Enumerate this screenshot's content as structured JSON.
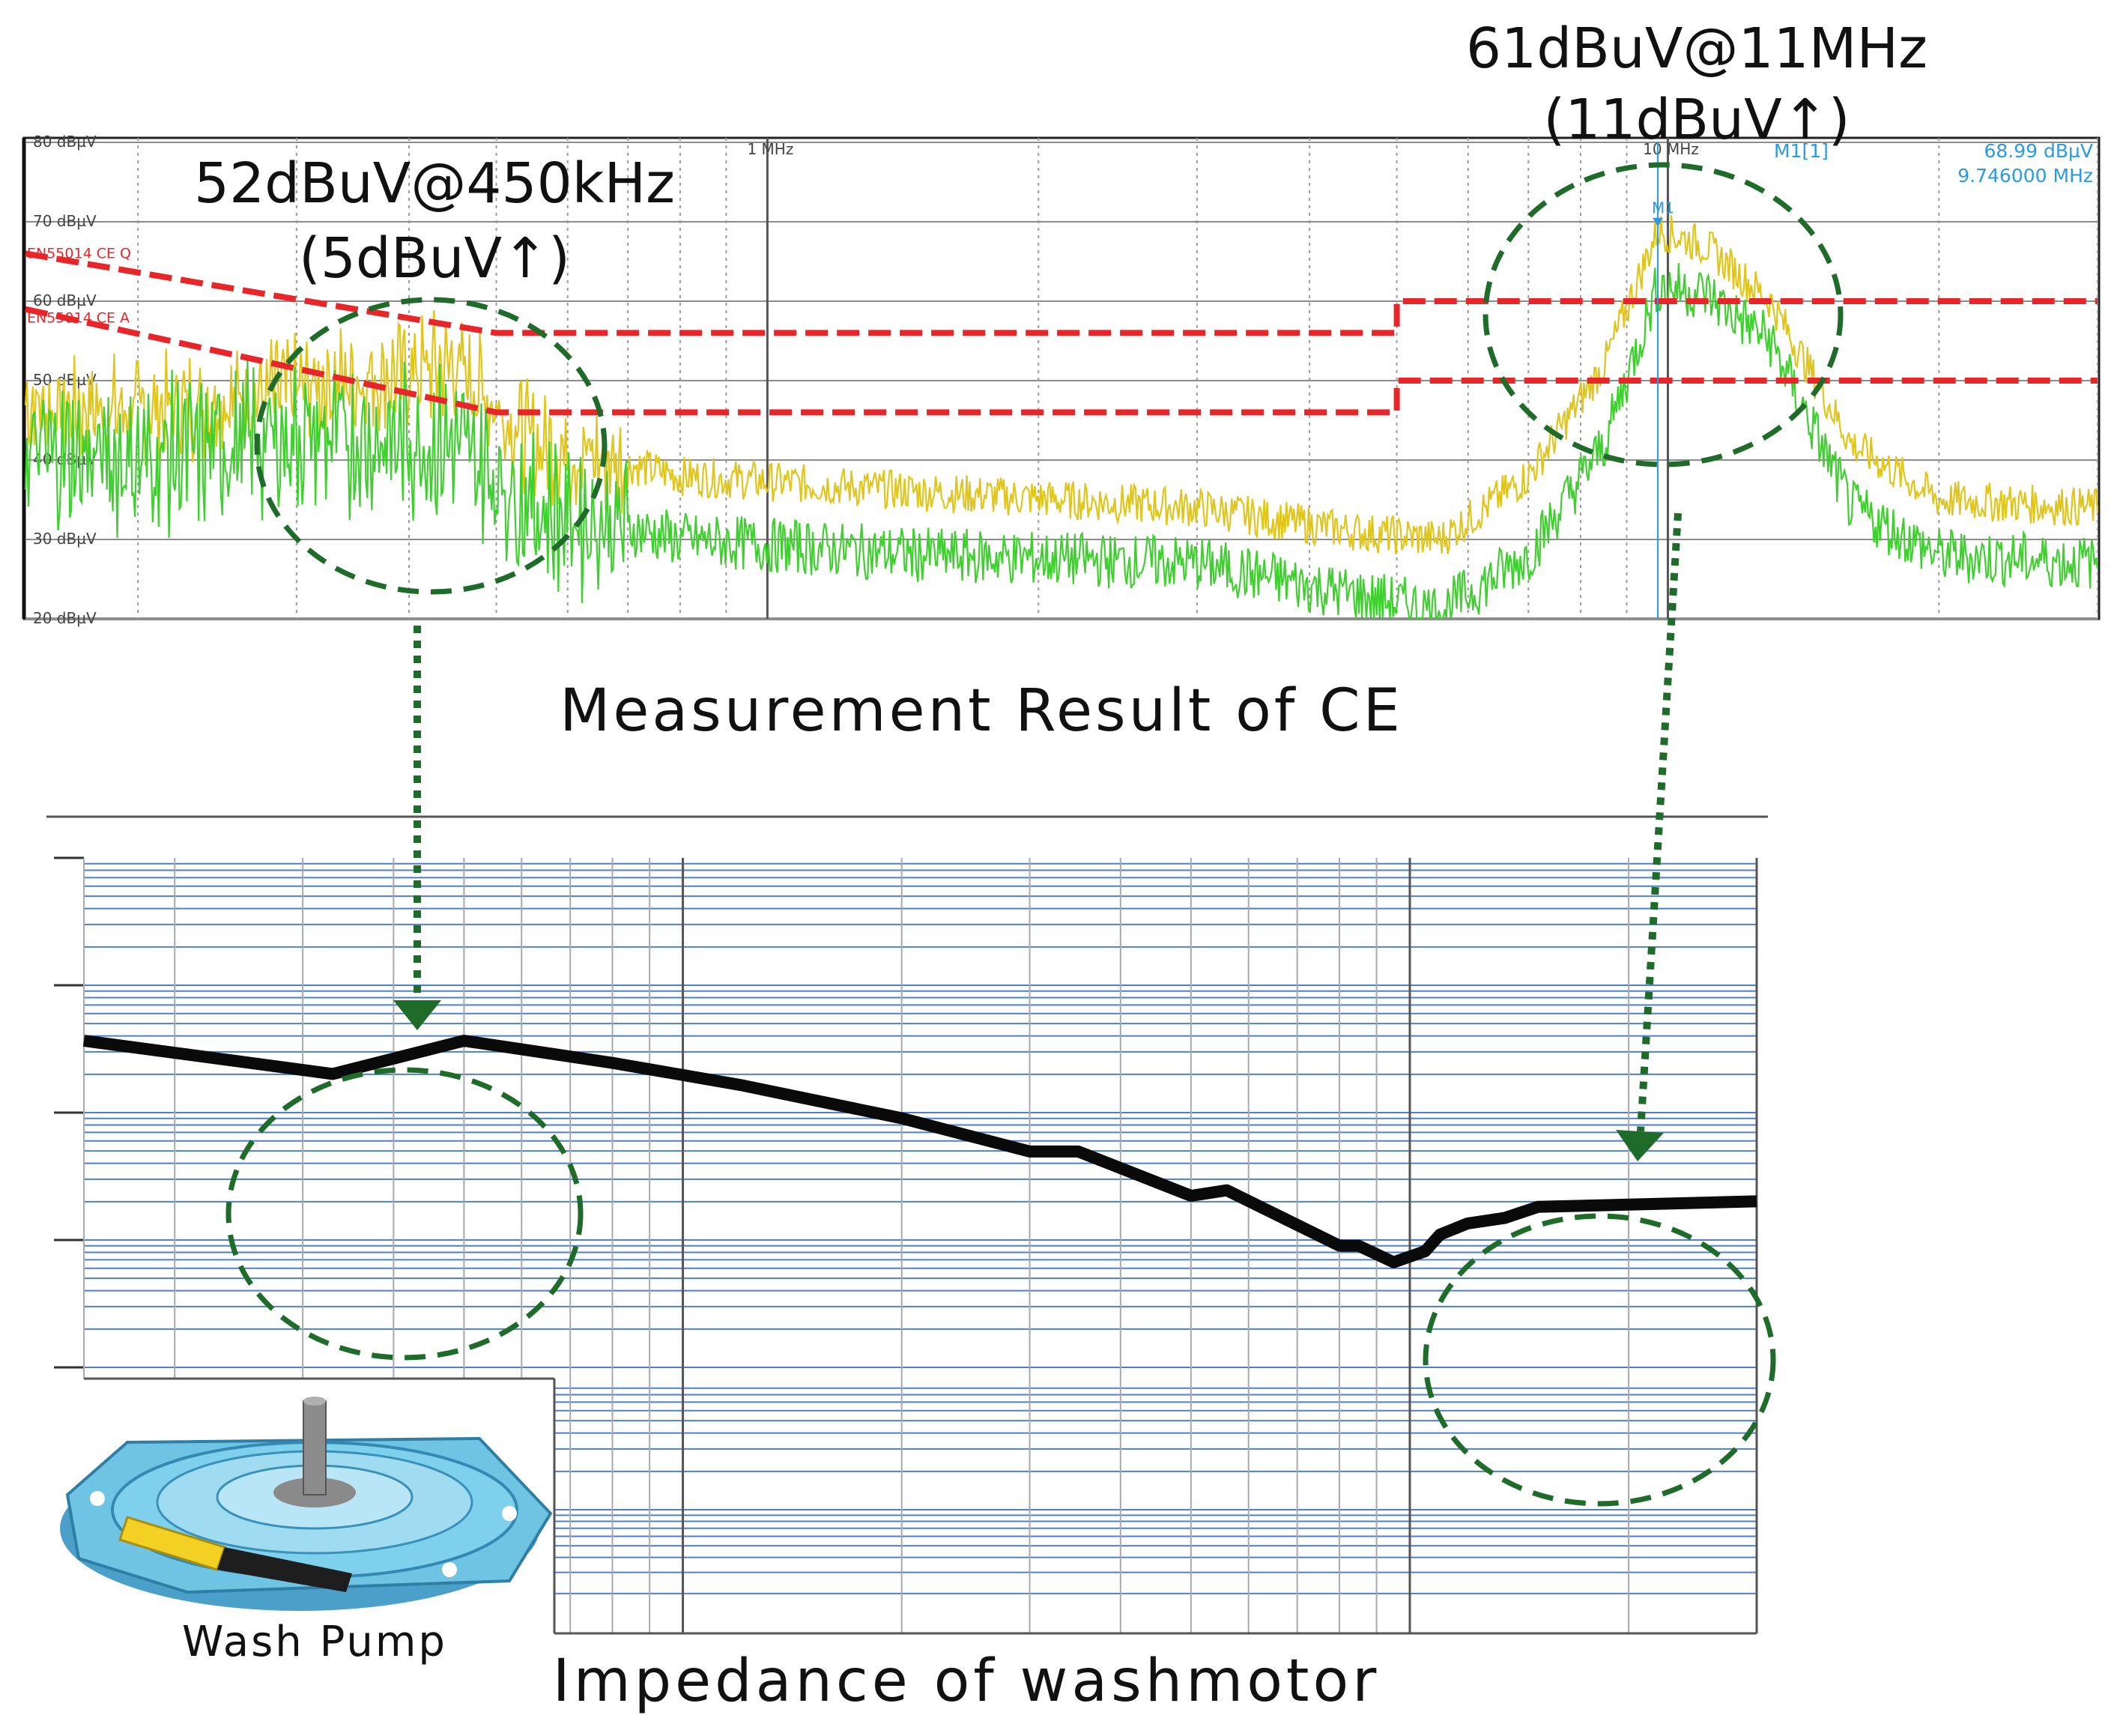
{
  "chart_data": [
    {
      "type": "line",
      "title": "Measurement Result of CE",
      "xlabel": "",
      "ylabel": "",
      "x_scale": "log",
      "xlim_hz": [
        150000,
        30000000
      ],
      "ylim": [
        20,
        80
      ],
      "y_ticks": [
        "80 dBµV",
        "70 dBµV",
        "60 dBµV",
        "50 dBµV",
        "40 dBµV",
        "30 dBµV",
        "20 dBµV"
      ],
      "y_tick_values": [
        80,
        70,
        60,
        50,
        40,
        30,
        20
      ],
      "x_tick_labels": [
        "1 MHz",
        "10 MHz"
      ],
      "x_tick_values": [
        1000000,
        10000000
      ],
      "grid": true,
      "limit_lines": [
        {
          "name": "EN55014 CE Q",
          "color": "#e8262a",
          "points": [
            [
              150000,
              66
            ],
            [
              500000,
              56
            ],
            [
              5000000,
              56
            ],
            [
              5000000,
              60
            ],
            [
              30000000,
              60
            ]
          ]
        },
        {
          "name": "EN55014 CE A",
          "color": "#e8262a",
          "points": [
            [
              150000,
              59
            ],
            [
              500000,
              46
            ],
            [
              5000000,
              46
            ],
            [
              5000000,
              50
            ],
            [
              30000000,
              50
            ]
          ]
        }
      ],
      "series": [
        {
          "name": "",
          "color": "#e0c51c",
          "x": [
            150000,
            200000,
            300000,
            450000,
            550000,
            800000,
            1500000,
            3000000,
            4500000,
            5600000,
            7000000,
            8500000,
            9746000,
            11000000,
            13000000,
            16000000,
            20000000,
            30000000
          ],
          "values": [
            47,
            46,
            49,
            52,
            42,
            38,
            36,
            34,
            31,
            30,
            38,
            52,
            68.99,
            67,
            60,
            42,
            35,
            34
          ],
          "noise": 2.5
        },
        {
          "name": "",
          "color": "#3fcf2f",
          "x": [
            150000,
            200000,
            300000,
            450000,
            550000,
            800000,
            1500000,
            3000000,
            4500000,
            5600000,
            7000000,
            8500000,
            9746000,
            11000000,
            13000000,
            16000000,
            20000000,
            30000000
          ],
          "values": [
            41,
            40,
            43,
            42,
            34,
            30,
            28,
            27,
            23,
            21,
            28,
            42,
            62,
            61,
            55,
            34,
            28,
            27
          ],
          "noise": 3.5
        }
      ],
      "marker": {
        "label": "M1",
        "readout_label": "M1[1]",
        "readout_value": "68.99 dBµV",
        "readout_freq": "9.746000 MHz",
        "x": 9746000,
        "y": 68.99,
        "color": "#2a9ae6"
      },
      "annotations": [
        {
          "line1": "52dBuV@450kHz",
          "line2": "(5dBuV↑)",
          "x": 450000,
          "y": 52
        },
        {
          "line1": "61dBuV@11MHz",
          "line2": "(11dBuV↑)",
          "x": 11000000,
          "y": 61
        }
      ]
    },
    {
      "type": "line",
      "title": "Impedance of washmotor",
      "x_scale": "log",
      "xlim_hz": [
        150000,
        30000000
      ],
      "grid": true,
      "series": [
        {
          "name": "",
          "color": "#0a0a0a",
          "x": [
            150000,
            330000,
            500000,
            800000,
            1200000,
            2000000,
            3000000,
            3500000,
            5000000,
            5600000,
            8000000,
            8500000,
            9500000,
            10500000,
            11000000,
            12000000,
            13500000,
            15000000,
            30000000
          ],
          "values": [
            0.45,
            0.15,
            0.45,
            0.25,
            0.05,
            -0.25,
            -0.55,
            -0.55,
            -0.95,
            -0.9,
            -1.4,
            -1.4,
            -1.55,
            -1.45,
            -1.3,
            -1.2,
            -1.15,
            -1.05,
            -1.0
          ]
        }
      ],
      "ylim": [
        -2.6,
        2.1
      ]
    }
  ],
  "product": {
    "caption": "Wash Pump",
    "icon": "wash-pump-motor-icon"
  },
  "colors": {
    "annotation_circle": "#1f6b2a",
    "grid_top": "#9a9a9a",
    "grid_bottom": "#4f7fc8"
  }
}
